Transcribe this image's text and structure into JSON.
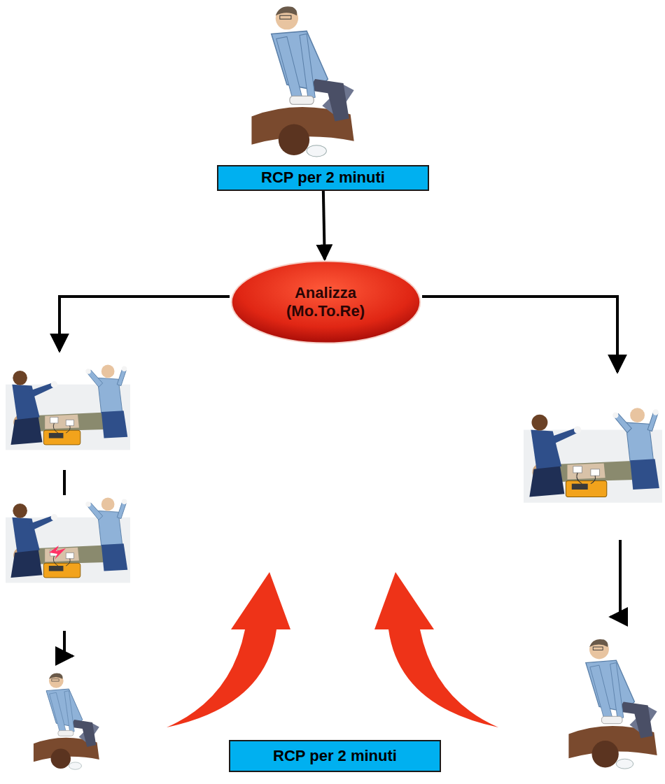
{
  "diagram": {
    "nodes": [
      {
        "text": [
          "RCP per 2 minuti"
        ]
      },
      {
        "text": [
          "Analizza (Mo.To.Re)"
        ]
      },
      {
        "text": [
          "RCP per 2 minuti"
        ]
      }
    ],
    "edges": [
      {
        "from": 0,
        "to": 1,
        "arrow": "to"
      }
    ]
  }
}
